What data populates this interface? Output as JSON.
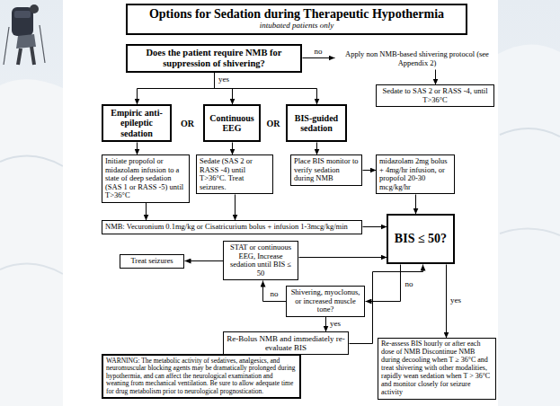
{
  "diagram": {
    "title": "Options for Sedation during Therapeutic Hypothermia",
    "nodes": [
      {
        "text": [
          "Does the patient require NMB for suppression of shivering?"
        ]
      },
      {
        "text": [
          "Apply non NMB-based shivering protocol (see Appendix 2)"
        ]
      },
      {
        "text": [
          "Sedate to SAS 2 or RASS -4, until T>36°C"
        ]
      },
      {
        "text": [
          "Empiric anti-epileptic sedation"
        ]
      },
      {
        "text": [
          "Continuous EEG"
        ]
      },
      {
        "text": [
          "BIS-guided sedation"
        ]
      },
      {
        "text": [
          "Initiate propofol or midazolam infusion to a state of deep sedation (SAS 1 or RASS -5) until T>36°C"
        ]
      },
      {
        "text": [
          "Sedate (SAS 2 or RASS -4) until T>36°C. Treat seizures."
        ]
      },
      {
        "text": [
          "Place BIS monitor to verify sedation during NMB"
        ]
      },
      {
        "text": [
          "midazolam 2mg bolus + 4mg/hr infusion, or propofol 20-30 mcg/kg/hr"
        ]
      },
      {
        "text": [
          "NMB: Vecuronium 0.1mg/kg or Cisatricurium bolus + infusion 1-3mcg/kg/min"
        ]
      },
      {
        "text": [
          "BIS ≤ 50?"
        ]
      },
      {
        "text": [
          "STAT or continuous EEG, Increase sedation until BIS ≤ 50"
        ]
      },
      {
        "text": [
          "Treat seizures"
        ]
      },
      {
        "text": [
          "Shivering, myoclonus, or increased muscle tone?"
        ]
      },
      {
        "text": [
          "Re-Bolus NMB and immediately re-evaluate BIS"
        ]
      },
      {
        "text": [
          "WARNING: The metabolic activity of sedatives, analgesics, and neuromuscular blocking agents may be dramatically prolonged during hypothermia, and can affect the neurological examination and weaning from mechanical ventilation. Be sure to allow adequate time for drug metabolism prior to neurological prognostication."
        ]
      },
      {
        "text": [
          "Re-assess BIS hourly or after each dose of NMB Discontinue NMB during decooling when T ≥ 36°C and treat shivering with other modalities, rapidly wean sedation when T > 36°C and monitor closely for seizure activity"
        ]
      }
    ],
    "edges": [
      {
        "from": 0,
        "to": 1,
        "label": "no",
        "arrow": "to"
      },
      {
        "from": 0,
        "to": 3,
        "arrow": "to"
      },
      {
        "from": 0,
        "to": 4,
        "label": "yes",
        "arrow": "to"
      },
      {
        "from": 0,
        "to": 5,
        "arrow": "to"
      },
      {
        "from": 1,
        "to": 2,
        "arrow": "to"
      },
      {
        "from": 3,
        "to": 6,
        "arrow": "to"
      },
      {
        "from": 4,
        "to": 7,
        "arrow": "to"
      },
      {
        "from": 5,
        "to": 8,
        "arrow": "to"
      },
      {
        "from": 8,
        "to": 9,
        "arrow": "to"
      },
      {
        "from": 6,
        "to": 10,
        "arrow": "to"
      },
      {
        "from": 7,
        "to": 10,
        "arrow": "to"
      },
      {
        "from": 9,
        "to": 11,
        "arrow": "to"
      },
      {
        "from": 10,
        "to": 11,
        "arrow": "to"
      },
      {
        "from": 11,
        "to": 14,
        "label": "no",
        "arrow": "to"
      },
      {
        "from": 11,
        "to": 17,
        "label": "yes",
        "arrow": "to"
      },
      {
        "from": 12,
        "to": 11,
        "arrow": "to"
      },
      {
        "from": 12,
        "to": 13,
        "arrow": "to"
      },
      {
        "from": 14,
        "to": 12,
        "label": "no",
        "arrow": "to"
      },
      {
        "from": 14,
        "to": 15,
        "label": "yes",
        "arrow": "to"
      },
      {
        "from": 15,
        "to": 11,
        "arrow": "to"
      }
    ],
    "labels": [
      "intubated patients only",
      "OR",
      "OR"
    ]
  }
}
